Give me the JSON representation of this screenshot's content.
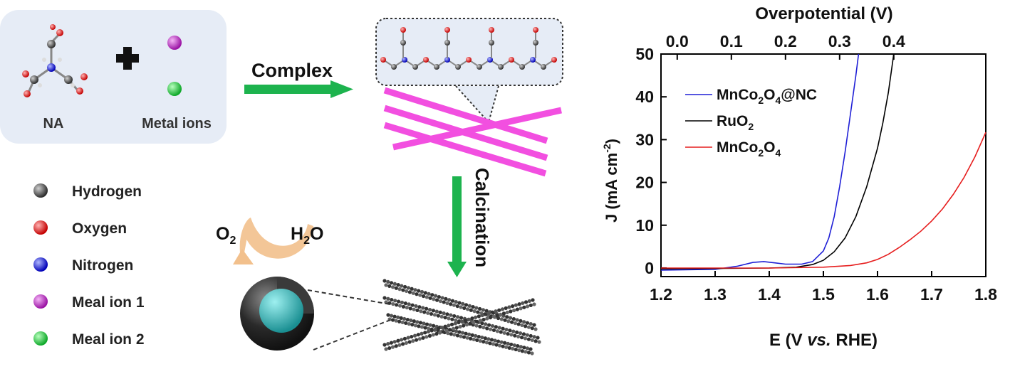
{
  "scheme": {
    "reactant_label": "NA",
    "metal_label": "Metal ions",
    "complex_label": "Complex",
    "calcination_label": "Calcination",
    "o2_label": "O",
    "o2_sub": "2",
    "h2o_h": "H",
    "h2o_sub": "2",
    "h2o_o": "O",
    "legend": [
      {
        "label": "Hydrogen",
        "color": "#4a4a4a"
      },
      {
        "label": "Oxygen",
        "color": "#e82020"
      },
      {
        "label": "Nitrogen",
        "color": "#1f2bd6"
      },
      {
        "label": "Meal ion 1",
        "color": "#c02ac8"
      },
      {
        "label": "Meal ion 2",
        "color": "#22cc3a"
      }
    ],
    "colors": {
      "panel": "#e6ecf6",
      "arrow": "#1db34e",
      "rods": "#f24fe0",
      "core": "#29b3b3",
      "shell": "#2a2a2a",
      "curved_arrow": "#f2c08c"
    }
  },
  "chart_data": {
    "type": "line",
    "xlabel": "E (V ",
    "xlabel_italic": "vs.",
    "xlabel_end": " RHE)",
    "ylabel": "J (mA cm",
    "ylabel_sup": "-2",
    "ylabel_end": ")",
    "top_axis_label": "Overpotential (V)",
    "xlim": [
      1.2,
      1.8
    ],
    "ylim": [
      -2,
      50
    ],
    "xticks": [
      "1.2",
      "1.3",
      "1.4",
      "1.5",
      "1.6",
      "1.7",
      "1.8"
    ],
    "yticks": [
      "0",
      "10",
      "20",
      "30",
      "40",
      "50"
    ],
    "top_ticks": [
      "0.0",
      "0.1",
      "0.2",
      "0.3",
      "0.4"
    ],
    "legend_position": "upper-left",
    "series": [
      {
        "name": "MnCo2O4@NC",
        "name_parts": [
          "MnCo",
          "2",
          "O",
          "4",
          "@NC"
        ],
        "color": "#1f1fd6",
        "x": [
          1.2,
          1.3,
          1.34,
          1.37,
          1.39,
          1.41,
          1.43,
          1.46,
          1.48,
          1.5,
          1.51,
          1.52,
          1.53,
          1.54,
          1.55,
          1.56,
          1.565
        ],
        "y": [
          -0.5,
          -0.3,
          0.4,
          1.3,
          1.5,
          1.2,
          0.9,
          0.9,
          1.5,
          4.0,
          7.0,
          12.0,
          19.0,
          27.0,
          36.0,
          45.0,
          50.0
        ]
      },
      {
        "name": "RuO2",
        "name_parts": [
          "RuO",
          "2",
          "",
          "",
          ""
        ],
        "color": "#000000",
        "x": [
          1.2,
          1.3,
          1.4,
          1.45,
          1.48,
          1.5,
          1.52,
          1.54,
          1.56,
          1.58,
          1.6,
          1.61,
          1.62,
          1.63
        ],
        "y": [
          -0.2,
          -0.1,
          0.0,
          0.2,
          0.8,
          1.8,
          3.8,
          7.0,
          12.0,
          19.0,
          28.0,
          34.0,
          41.0,
          50.0
        ]
      },
      {
        "name": "MnCo2O4",
        "name_parts": [
          "MnCo",
          "2",
          "O",
          "4",
          ""
        ],
        "color": "#e61e1e",
        "x": [
          1.2,
          1.4,
          1.5,
          1.55,
          1.58,
          1.6,
          1.62,
          1.64,
          1.66,
          1.68,
          1.7,
          1.72,
          1.74,
          1.76,
          1.78,
          1.8
        ],
        "y": [
          0.0,
          0.0,
          0.2,
          0.6,
          1.2,
          2.0,
          3.2,
          4.8,
          6.6,
          8.6,
          11.0,
          13.8,
          17.2,
          21.2,
          26.0,
          31.7
        ]
      }
    ]
  }
}
